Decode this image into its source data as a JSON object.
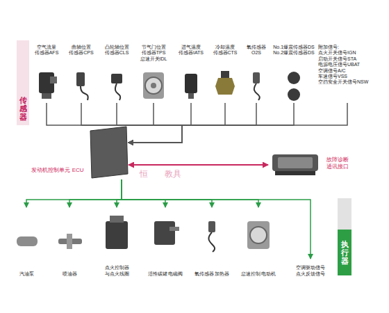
{
  "diagram": {
    "nodes": [
      {
        "text": [
          "传感器"
        ]
      },
      {
        "text": [
          "空气流量 传感器AFS"
        ]
      },
      {
        "text": [
          "曲轴位置 传感器CPS"
        ]
      },
      {
        "text": [
          "凸轮轴位置 传感器CLS"
        ]
      },
      {
        "text": [
          "节气门位置 传感器TPS 怠速开关IDL"
        ]
      },
      {
        "text": [
          "进气温度 传感器IATS"
        ]
      },
      {
        "text": [
          "冷却温度 传感器CTS"
        ]
      },
      {
        "text": [
          "氧传感器 O2S"
        ]
      },
      {
        "text": [
          "No.1爆震传感器DS No.2爆震传感器DS"
        ]
      },
      {
        "text": [
          "附加信号:",
          "点火开关信号IGN",
          "启动开关信号STA",
          "电源电压信号UBAT",
          "空调信号A/C",
          "车速信号VSS",
          "空挡安全开关信号NSW"
        ]
      },
      {
        "text": [
          "发动机控制单元 ECU"
        ]
      },
      {
        "text": [
          "故障诊断 通讯接口"
        ]
      },
      {
        "text": [
          "汽油泵"
        ]
      },
      {
        "text": [
          "喷油器"
        ]
      },
      {
        "text": [
          "点火控制器 与点火线圈"
        ]
      },
      {
        "text": [
          "活性碳罐 电磁阀"
        ]
      },
      {
        "text": [
          "氧传感器 加热器"
        ]
      },
      {
        "text": [
          "怠速控制 电动机"
        ]
      },
      {
        "text": [
          "空调驱动信号 点火反馈信号"
        ]
      },
      {
        "text": [
          "执行器"
        ]
      }
    ],
    "edges": [
      {
        "from": 1,
        "to": 10,
        "arrow": "to"
      },
      {
        "from": 2,
        "to": 10,
        "arrow": "to"
      },
      {
        "from": 3,
        "to": 10,
        "arrow": "to"
      },
      {
        "from": 4,
        "to": 10,
        "arrow": "to"
      },
      {
        "from": 5,
        "to": 10,
        "arrow": "to"
      },
      {
        "from": 6,
        "to": 10,
        "arrow": "to"
      },
      {
        "from": 7,
        "to": 10,
        "arrow": "to"
      },
      {
        "from": 8,
        "to": 10,
        "arrow": "to"
      },
      {
        "from": 9,
        "to": 10,
        "arrow": "to"
      },
      {
        "from": 10,
        "to": 11,
        "arrow": "both"
      },
      {
        "from": 10,
        "to": 12,
        "arrow": "to"
      },
      {
        "from": 10,
        "to": 13,
        "arrow": "to"
      },
      {
        "from": 10,
        "to": 14,
        "arrow": "to"
      },
      {
        "from": 10,
        "to": 15,
        "arrow": "to"
      },
      {
        "from": 10,
        "to": 16,
        "arrow": "to"
      },
      {
        "from": 10,
        "to": 17,
        "arrow": "to"
      },
      {
        "from": 10,
        "to": 18,
        "arrow": "to"
      }
    ],
    "labels": [
      "恒",
      "教具"
    ]
  }
}
